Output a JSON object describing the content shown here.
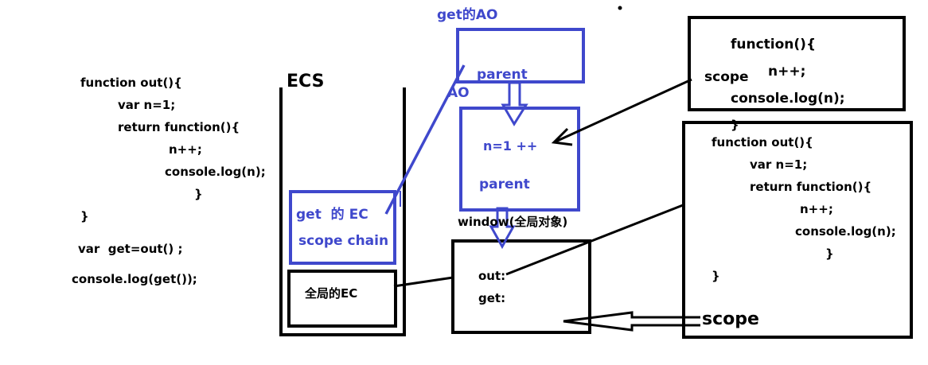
{
  "left_code": {
    "lines": [
      "function out(){",
      "var n=1;",
      "return function(){",
      "n++;",
      "console.log(n);",
      "}",
      "}",
      "var  get=out() ;",
      "console.log(get());"
    ]
  },
  "ecs": {
    "title": "ECS",
    "get_ec": "get  的 EC",
    "scope_chain": "scope chain",
    "global_ec": "全局的EC"
  },
  "get_ao": {
    "title": "get的AO",
    "parent": "parent"
  },
  "out_ao": {
    "label": "AO",
    "n_value": "n=1 ++",
    "parent": "parent"
  },
  "window": {
    "label": "window(全局对象)",
    "out": "out:",
    "get": "get:"
  },
  "top_right": {
    "lines": [
      "function(){",
      "scope",
      "n++;",
      "console.log(n);",
      "}"
    ]
  },
  "right_code": {
    "lines": [
      "function out(){",
      "var n=1;",
      "return function(){",
      "n++;",
      "console.log(n);",
      "}",
      "}"
    ],
    "scope": "scope"
  },
  "colors": {
    "blue": "#3f48cc",
    "black": "#000000"
  }
}
